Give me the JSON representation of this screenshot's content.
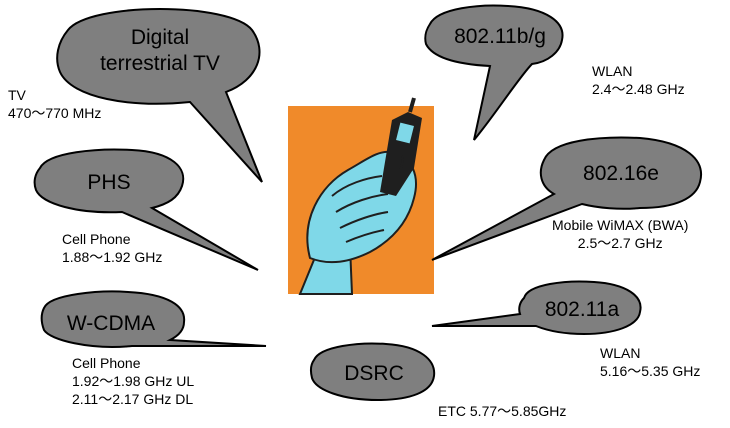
{
  "colors": {
    "bubble_fill": "#7f7f7f",
    "panel_bg": "#f08a2a",
    "hand_fill": "#7fd8e8",
    "phone_fill": "#1f1f1f"
  },
  "illustration": {
    "subject": "hand holding a mobile phone",
    "icon": "phone-in-hand-icon"
  },
  "bubbles": [
    {
      "id": "dtv",
      "lines": [
        "Digital",
        "terrestrial TV"
      ]
    },
    {
      "id": "phs",
      "lines": [
        "PHS"
      ]
    },
    {
      "id": "wcdma",
      "lines": [
        "W-CDMA"
      ]
    },
    {
      "id": "b80211bg",
      "lines": [
        "802.11b/g"
      ]
    },
    {
      "id": "b80216e",
      "lines": [
        "802.16e"
      ]
    },
    {
      "id": "b80211a",
      "lines": [
        "802.11a"
      ]
    },
    {
      "id": "dsrc",
      "lines": [
        "DSRC"
      ]
    }
  ],
  "descriptions": {
    "tv": [
      "TV",
      "470〜770 MHz"
    ],
    "phs": [
      "Cell Phone",
      "1.88〜1.92 GHz"
    ],
    "wcdma": [
      "Cell Phone",
      "1.92〜1.98 GHz UL",
      "2.11〜2.17 GHz DL"
    ],
    "wlan_bg": [
      "WLAN",
      "2.4〜2.48 GHz"
    ],
    "wimax": [
      "Mobile WiMAX (BWA)",
      "2.5〜2.7 GHz"
    ],
    "wlan_a": [
      "WLAN",
      "5.16〜5.35 GHz"
    ],
    "etc": [
      "ETC  5.77〜5.85GHz"
    ]
  }
}
